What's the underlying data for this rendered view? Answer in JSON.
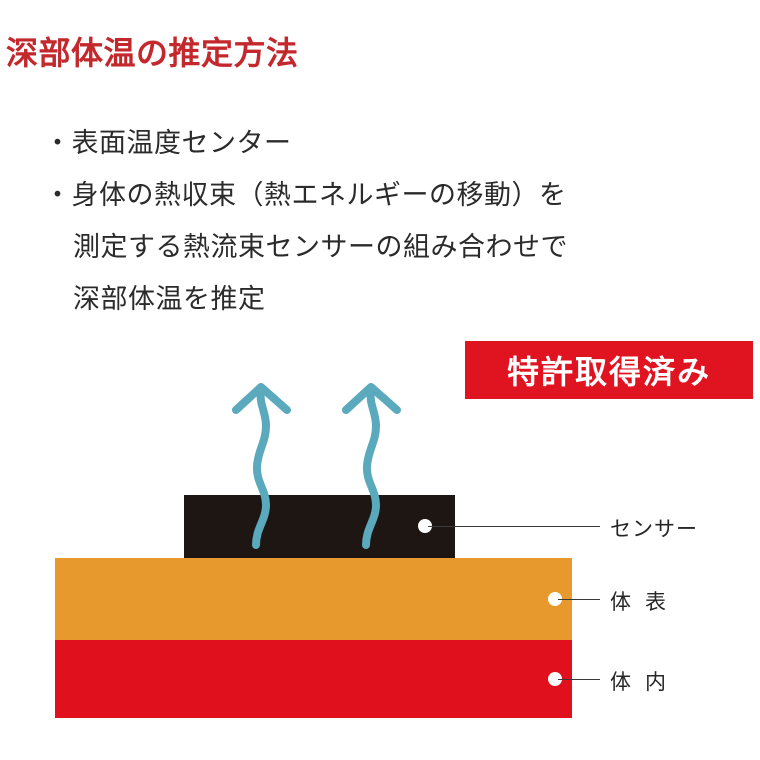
{
  "page": {
    "title": "深部体温の推定方法",
    "title_color": "#c3282d",
    "background": "#ffffff"
  },
  "body_text": {
    "lines": [
      {
        "text": "・表面温度センター",
        "indent": false
      },
      {
        "text": "・身体の熱収束（熱エネルギーの移動）を",
        "indent": false
      },
      {
        "text": "測定する熱流束センサーの組み合わせで",
        "indent": true
      },
      {
        "text": "深部体温を推定",
        "indent": true
      }
    ]
  },
  "badge": {
    "label": "特許取得済み",
    "background": "#e01420",
    "text_color": "#ffffff"
  },
  "diagram": {
    "sensor_block": {
      "color": "#1d1613"
    },
    "layers": [
      {
        "name": "body-surface",
        "color": "#e8992e"
      },
      {
        "name": "body-inner",
        "color": "#e0101c"
      }
    ],
    "heat_flux_arrows": {
      "color": "#5aa9bd",
      "count": 2,
      "direction": "upward"
    },
    "callouts": [
      {
        "label": "センサー",
        "spaced": false
      },
      {
        "label": "体表",
        "spaced": true
      },
      {
        "label": "体内",
        "spaced": true
      }
    ]
  }
}
